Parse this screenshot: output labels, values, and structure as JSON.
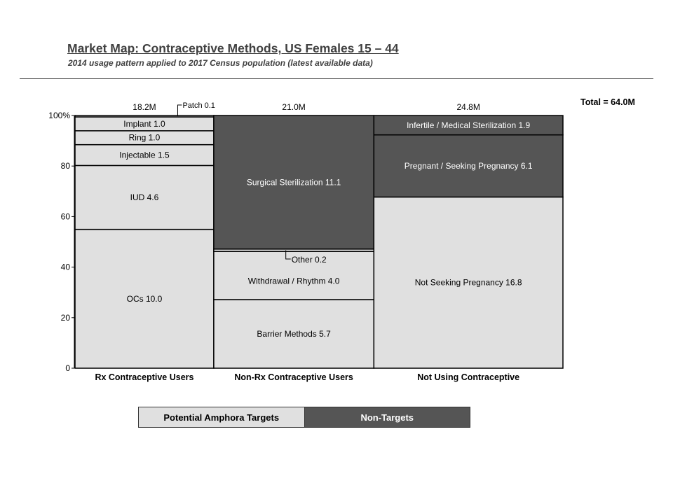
{
  "title": "Market Map: Contraceptive  Methods, US Females 15 – 44",
  "subtitle": "2014  usage pattern applied to 2017  Census population (latest available data)",
  "total_label": "Total = 64.0M",
  "legend": {
    "target": "Potential Amphora Targets",
    "nontarget": "Non-Targets"
  },
  "colors": {
    "target": "#e0e0e0",
    "nontarget": "#555555",
    "border": "#000000",
    "label_dark": "#000000",
    "label_light": "#ffffff"
  },
  "chart_data": {
    "type": "mekko",
    "title": "Market Map: Contraceptive  Methods, US Females 15 – 44",
    "y_ticks": [
      "0",
      "20",
      "40",
      "60",
      "80",
      "100%"
    ],
    "ylim": [
      0,
      100
    ],
    "columns": [
      {
        "name": "Rx Contraceptive Users",
        "total": 18.2,
        "total_label": "18.2M",
        "segments": [
          {
            "label": "OCs 10.0",
            "value": 10.0,
            "group": "target"
          },
          {
            "label": "IUD 4.6",
            "value": 4.6,
            "group": "target"
          },
          {
            "label": "Injectable 1.5",
            "value": 1.5,
            "group": "target"
          },
          {
            "label": "Ring 1.0",
            "value": 1.0,
            "group": "target"
          },
          {
            "label": "Implant 1.0",
            "value": 1.0,
            "group": "target"
          },
          {
            "label": "Patch 0.1",
            "value": 0.1,
            "group": "target",
            "callout": true
          }
        ]
      },
      {
        "name": "Non-Rx Contraceptive Users",
        "total": 21.0,
        "total_label": "21.0M",
        "segments": [
          {
            "label": "Barrier Methods 5.7",
            "value": 5.7,
            "group": "target"
          },
          {
            "label": "Withdrawal / Rhythm 4.0",
            "value": 4.0,
            "group": "target"
          },
          {
            "label": "Other 0.2",
            "value": 0.2,
            "group": "target",
            "callout": true
          },
          {
            "label": "Surgical Sterilization 11.1",
            "value": 11.1,
            "group": "nontarget"
          }
        ]
      },
      {
        "name": "Not Using Contraceptive",
        "total": 24.8,
        "total_label": "24.8M",
        "segments": [
          {
            "label": "Not Seeking Pregnancy 16.8",
            "value": 16.8,
            "group": "target"
          },
          {
            "label": "Pregnant / Seeking Pregnancy 6.1",
            "value": 6.1,
            "group": "nontarget"
          },
          {
            "label": "Infertile / Medical Sterilization 1.9",
            "value": 1.9,
            "group": "nontarget"
          }
        ]
      }
    ]
  }
}
